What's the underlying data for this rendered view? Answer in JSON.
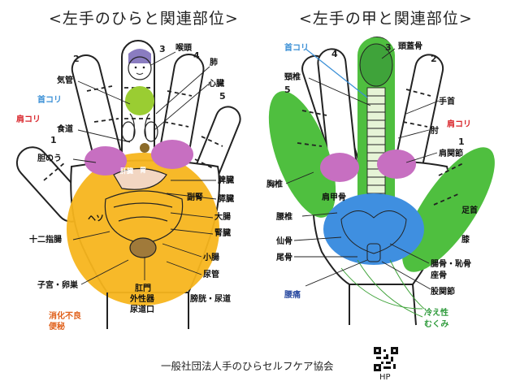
{
  "titles": {
    "left": "<左手のひらと関連部位>",
    "right": "<左手の甲と関連部位>"
  },
  "left_hand": {
    "finger_numbers": [
      "1",
      "2",
      "3",
      "4",
      "5"
    ],
    "labels": {
      "throat": "喉頭",
      "lung": "肺",
      "heart": "心臓",
      "trachea": "気管",
      "neck_stiffness": "首コリ",
      "shoulder_stiffness": "肩コリ",
      "esophagus": "食道",
      "gallbladder": "胆のう",
      "liver": "肝臓",
      "stomach": "胃",
      "spleen": "脾臓",
      "pancreas": "膵臓",
      "adrenal": "副腎",
      "large_intestine": "大腸",
      "kidney": "腎臓",
      "navel": "ヘソ",
      "duodenum": "十二指腸",
      "small_intestine": "小腸",
      "ureter": "尿管",
      "uterus_ovary": "子宮・卵巣",
      "anus_line1": "肛門",
      "anus_line2": "外性器",
      "anus_line3": "尿道口",
      "bladder_urethra": "膀胱・尿道",
      "indigestion_line1": "消化不良",
      "indigestion_line2": "便秘"
    }
  },
  "right_hand": {
    "finger_numbers": [
      "1",
      "2",
      "3",
      "4",
      "5"
    ],
    "labels": {
      "neck_stiffness": "首コリ",
      "skull": "頭蓋骨",
      "cervical": "頸椎",
      "wrist": "手首",
      "elbow": "肘",
      "shoulder_stiffness": "肩コリ",
      "shoulder_joint": "肩関節",
      "thoracic": "胸椎",
      "scapula": "肩甲骨",
      "lumbar": "腰椎",
      "ankle": "足首",
      "sacrum": "仙骨",
      "knee": "膝",
      "coccyx": "尾骨",
      "ischium_line1": "腸骨・恥骨",
      "ischium_line2": "座骨",
      "back_pain": "腰痛",
      "hip_joint": "股関節",
      "cold_line1": "冷え性",
      "cold_line2": "むくみ"
    }
  },
  "footer": {
    "association": "一般社団法人手のひらセルフケア協会",
    "hp": "HP"
  },
  "colors": {
    "yellow_zone": "#f7b51d",
    "magenta_zone": "#c76fc1",
    "lime_zone": "#9acd32",
    "green_zone": "#4fbf3f",
    "blue_zone": "#3f8fe0",
    "red_label": "#d9262c",
    "blue_label": "#3a8fd6",
    "orange_label": "#e0601a",
    "green_label": "#2d9a3a"
  }
}
